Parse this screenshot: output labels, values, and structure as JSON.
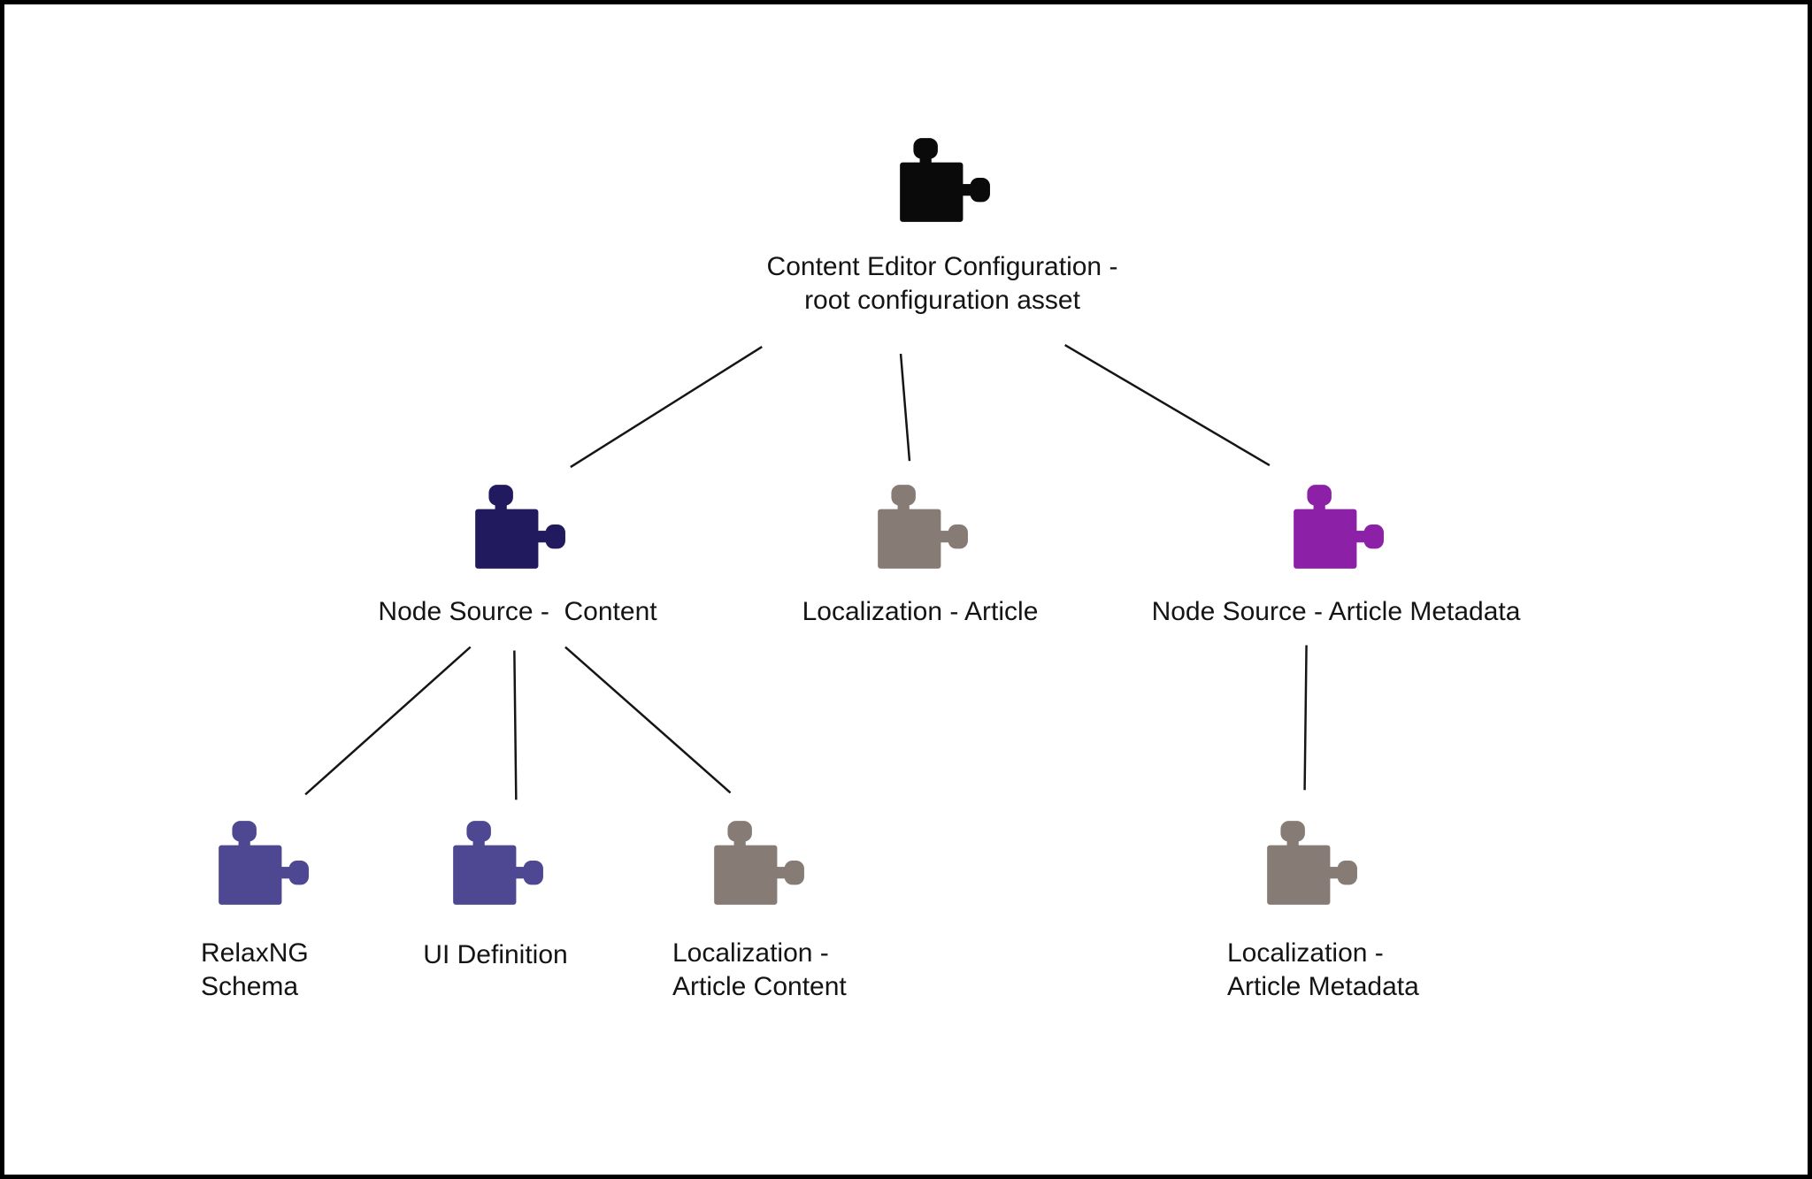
{
  "diagram": {
    "description": "Content editor configuration asset tree",
    "canvas": {
      "background": "#ffffff",
      "border_color": "#000000",
      "edge_color": "#151515"
    },
    "nodes": [
      {
        "id": "root",
        "label": "Content Editor Configuration -\nroot configuration asset",
        "color": "#0a0a0a",
        "parent": null
      },
      {
        "id": "node-source-content",
        "label": "Node Source -  Content",
        "color": "#221a5e",
        "parent": "root"
      },
      {
        "id": "localization-article",
        "label": "Localization - Article",
        "color": "#877c75",
        "parent": "root"
      },
      {
        "id": "node-source-article-metadata",
        "label": "Node Source - Article Metadata",
        "color": "#8c20a6",
        "parent": "root"
      },
      {
        "id": "relaxng-schema",
        "label": "RelaxNG\nSchema",
        "color": "#4e4791",
        "parent": "node-source-content"
      },
      {
        "id": "ui-definition",
        "label": "UI Definition",
        "color": "#4e4791",
        "parent": "node-source-content"
      },
      {
        "id": "localization-article-content",
        "label": "Localization -\nArticle Content",
        "color": "#877c75",
        "parent": "node-source-content"
      },
      {
        "id": "localization-article-metadata",
        "label": "Localization -\nArticle Metadata",
        "color": "#877c75",
        "parent": "node-source-article-metadata"
      }
    ],
    "edges": [
      {
        "from": "root",
        "to": "node-source-content"
      },
      {
        "from": "root",
        "to": "localization-article"
      },
      {
        "from": "root",
        "to": "node-source-article-metadata"
      },
      {
        "from": "node-source-content",
        "to": "relaxng-schema"
      },
      {
        "from": "node-source-content",
        "to": "ui-definition"
      },
      {
        "from": "node-source-content",
        "to": "localization-article-content"
      },
      {
        "from": "node-source-article-metadata",
        "to": "localization-article-metadata"
      }
    ]
  }
}
